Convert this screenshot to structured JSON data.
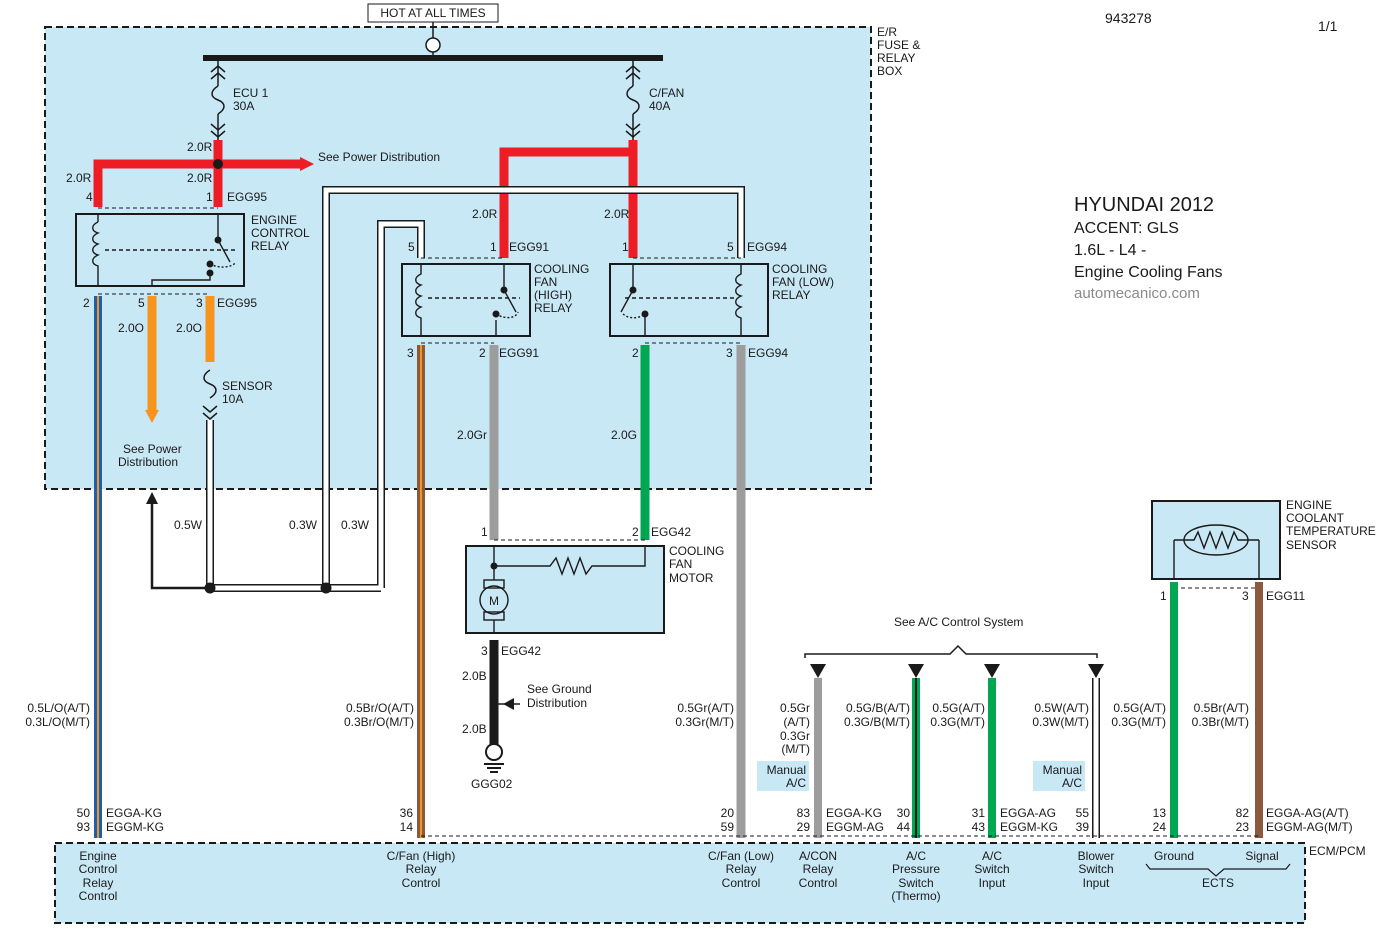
{
  "header": {
    "hot_label": "HOT AT ALL TIMES",
    "doc_number": "943278",
    "page_indicator": "1/1"
  },
  "title_block": {
    "make_year": "HYUNDAI 2012",
    "model": "ACCENT: GLS",
    "engine": "1.6L - L4 -",
    "system": "Engine Cooling Fans",
    "website": "automecanico.com"
  },
  "fuse_box": {
    "lines": [
      "E/R",
      "FUSE &",
      "RELAY",
      "BOX"
    ]
  },
  "fuses": {
    "ecu1": {
      "name": "ECU 1",
      "rating": "30A"
    },
    "cfan": {
      "name": "C/FAN",
      "rating": "40A"
    },
    "sensor": {
      "name": "SENSOR",
      "rating": "10A"
    }
  },
  "relays": {
    "engine_control": {
      "lines": [
        "ENGINE",
        "CONTROL",
        "RELAY"
      ]
    },
    "fan_high": {
      "lines": [
        "COOLING",
        "FAN",
        "(HIGH)",
        "RELAY"
      ]
    },
    "fan_low": {
      "lines": [
        "COOLING",
        "FAN (LOW)",
        "RELAY"
      ]
    }
  },
  "motor": {
    "lines": [
      "COOLING",
      "FAN",
      "MOTOR"
    ],
    "symbol": "M"
  },
  "ects_sensor": {
    "lines": [
      "ENGINE",
      "COOLANT",
      "TEMPERATURE",
      "SENSOR"
    ]
  },
  "wire_labels": {
    "w20r": "2.0R",
    "w20o": "2.0O",
    "w20gr": "2.0Gr",
    "w20g": "2.0G",
    "w20b": "2.0B",
    "w05w": "0.5W",
    "w03w": "0.3W"
  },
  "connectors": {
    "egg95": "EGG95",
    "egg91": "EGG91",
    "egg94": "EGG94",
    "egg42": "EGG42",
    "egg11": "EGG11",
    "ggg02": "GGG02"
  },
  "pins": {
    "p1": "1",
    "p2": "2",
    "p3": "3",
    "p4": "4",
    "p5": "5"
  },
  "references": {
    "power_dist": "See Power Distribution",
    "power_dist_lines": [
      "See Power",
      "Distribution"
    ],
    "ground_dist_lines": [
      "See Ground",
      "Distribution"
    ],
    "ac_control": "See A/C Control System"
  },
  "harness": [
    {
      "id": "ecr",
      "label_lines": [
        "0.5L/O(A/T)",
        "0.3L/O(M/T)"
      ],
      "pins": [
        "50",
        "93"
      ],
      "codes": [
        "EGGA-KG",
        "EGGM-KG"
      ],
      "ecm_lines": [
        "Engine",
        "Control",
        "Relay",
        "Control"
      ]
    },
    {
      "id": "cfh",
      "label_lines": [
        "0.5Br/O(A/T)",
        "0.3Br/O(M/T)"
      ],
      "pins": [
        "36",
        "14"
      ],
      "ecm_lines": [
        "C/Fan (High)",
        "Relay",
        "Control"
      ]
    },
    {
      "id": "cfl",
      "label_lines": [
        "0.5Gr(A/T)",
        "0.3Gr(M/T)"
      ],
      "pins": [
        "20",
        "59"
      ],
      "ecm_lines": [
        "C/Fan (Low)",
        "Relay",
        "Control"
      ]
    },
    {
      "id": "acon",
      "label_lines": [
        "0.5Gr",
        "(A/T)",
        "0.3Gr",
        "(M/T)"
      ],
      "pins": [
        "83",
        "29"
      ],
      "codes": [
        "EGGA-KG",
        "EGGM-AG"
      ],
      "ecm_lines": [
        "A/CON",
        "Relay",
        "Control"
      ]
    },
    {
      "id": "acp",
      "label_lines": [
        "0.5G/B(A/T)",
        "0.3G/B(M/T)"
      ],
      "pins": [
        "30",
        "44"
      ],
      "ecm_lines": [
        "A/C",
        "Pressure",
        "Switch",
        "(Thermo)"
      ]
    },
    {
      "id": "acs",
      "label_lines": [
        "0.5G(A/T)",
        "0.3G(M/T)"
      ],
      "pins": [
        "31",
        "43"
      ],
      "codes": [
        "EGGA-AG",
        "EGGM-KG"
      ],
      "ecm_lines": [
        "A/C",
        "Switch",
        "Input"
      ]
    },
    {
      "id": "blw",
      "label_lines": [
        "0.5W(A/T)",
        "0.3W(M/T)"
      ],
      "pins": [
        "55",
        "39"
      ],
      "ecm_lines": [
        "Blower",
        "Switch",
        "Input"
      ]
    },
    {
      "id": "gnd",
      "label_lines": [
        "0.5G(A/T)",
        "0.3G(M/T)"
      ],
      "pins": [
        "13",
        "24"
      ],
      "ecm_lines": [
        "Ground"
      ]
    },
    {
      "id": "sig",
      "label_lines": [
        "0.5Br(A/T)",
        "0.3Br(M/T)"
      ],
      "pins": [
        "82",
        "23"
      ],
      "codes": [
        "EGGA-AG(A/T)",
        "EGGM-AG(M/T)"
      ],
      "ecm_lines": [
        "Signal"
      ]
    }
  ],
  "manual_ac": [
    "Manual",
    "A/C"
  ],
  "ecm": {
    "label": "ECM/PCM",
    "group": "ECTS"
  },
  "colors": {
    "box_fill": "#c9e8f6",
    "red": "#ee1c25",
    "orange": "#f7941d",
    "gray": "#9d9d9d",
    "green": "#00a651",
    "brown": "#8b5a3c",
    "blue": "#1c5fad",
    "black": "#1a1a1a"
  }
}
